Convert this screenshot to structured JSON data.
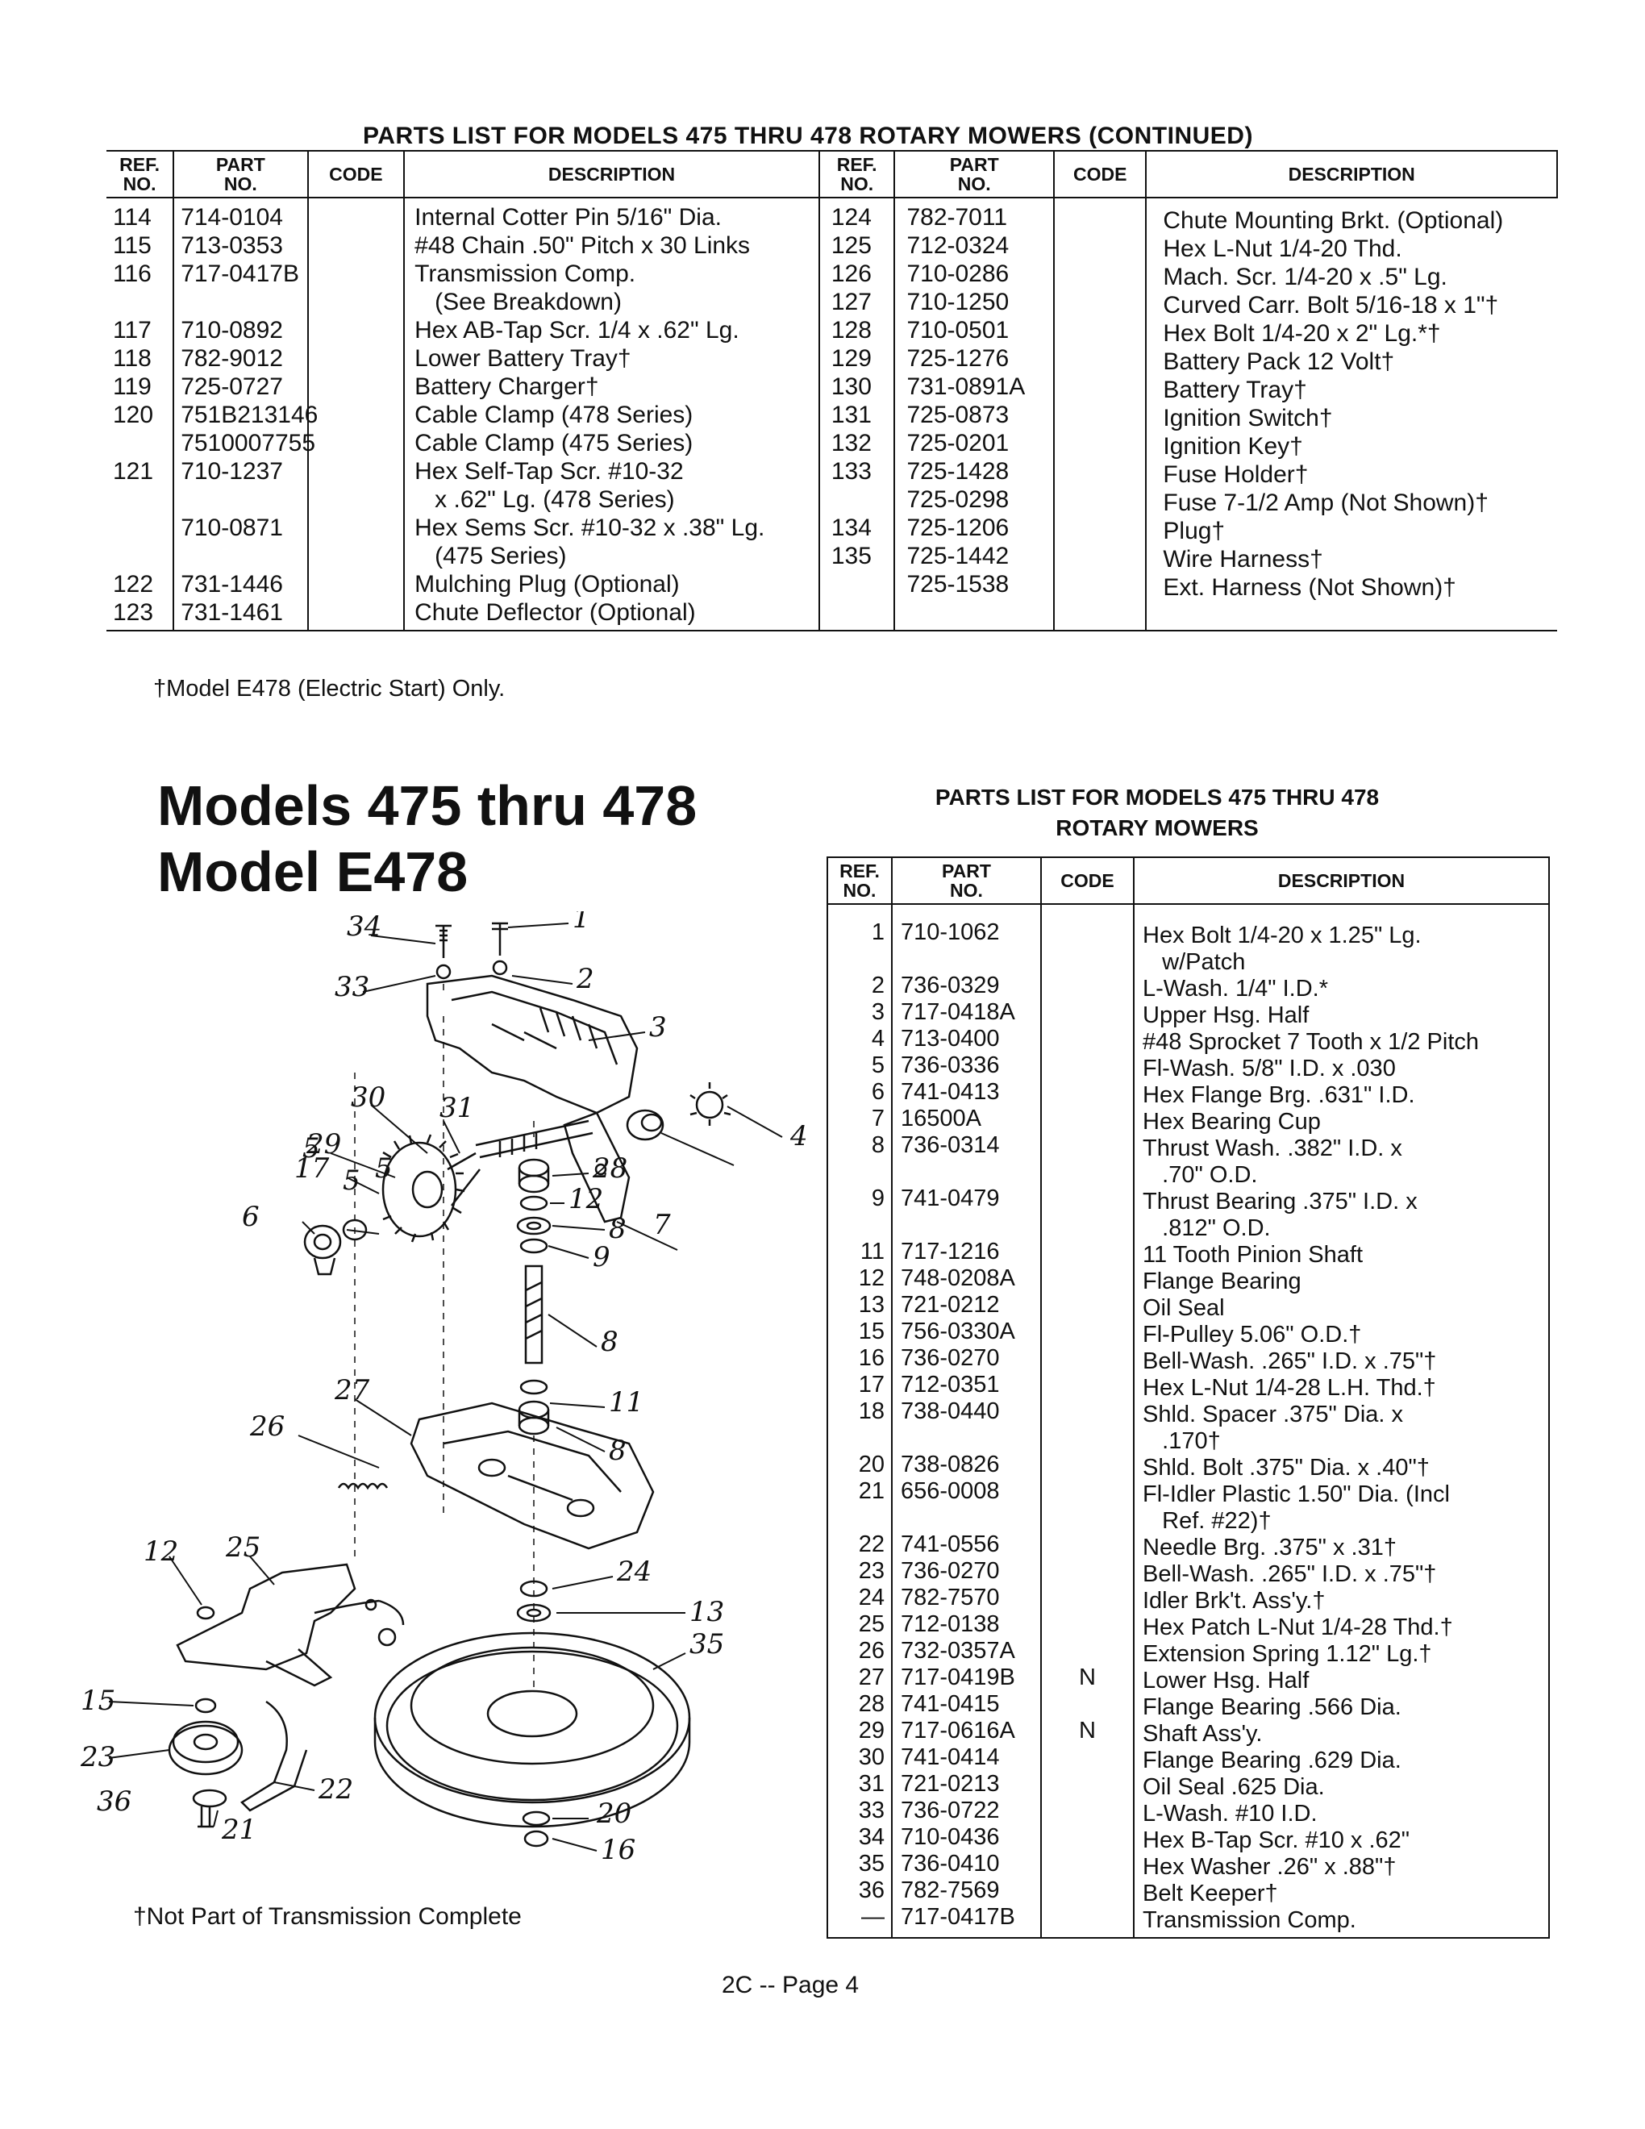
{
  "table1": {
    "title": "PARTS LIST FOR MODELS 475 THRU 478 ROTARY MOWERS (CONTINUED)",
    "headers": {
      "ref": "REF.\nNO.",
      "part": "PART\nNO.",
      "code": "CODE",
      "description": "DESCRIPTION"
    },
    "left": {
      "refs": "114\n115\n116\n\n117\n118\n119\n120\n\n121\n\n\n\n122\n123",
      "parts": "714-0104\n713-0353\n717-0417B\n\n710-0892\n782-9012\n725-0727\n751B213146\n7510007755\n710-1237\n\n710-0871\n\n731-1446\n731-1461",
      "descriptions": "Internal Cotter Pin 5/16\" Dia.\n#48 Chain .50\" Pitch x 30 Links\nTransmission Comp.\n   (See Breakdown)\nHex AB-Tap Scr. 1/4 x .62\" Lg.\nLower Battery Tray†\nBattery Charger†\nCable Clamp (478 Series)\nCable Clamp (475 Series)\nHex Self-Tap Scr. #10-32\n   x .62\" Lg. (478 Series)\nHex Sems Scr. #10-32 x .38\" Lg.\n   (475 Series)\nMulching Plug (Optional)\nChute Deflector (Optional)"
    },
    "right": {
      "refs": "124\n125\n126\n127\n128\n129\n130\n131\n132\n133\n\n134\n135",
      "parts": "782-7011\n712-0324\n710-0286\n710-1250\n710-0501\n725-1276\n731-0891A\n725-0873\n725-0201\n725-1428\n725-0298\n725-1206\n725-1442\n725-1538",
      "descriptions": "Chute Mounting Brkt. (Optional)\nHex L-Nut 1/4-20 Thd.\nMach. Scr. 1/4-20 x .5\" Lg.\nCurved Carr. Bolt 5/16-18 x 1\"†\nHex Bolt 1/4-20 x 2\" Lg.*†\nBattery Pack 12 Volt†\nBattery Tray†\nIgnition Switch†\nIgnition Key†\nFuse Holder†\nFuse 7-1/2 Amp (Not Shown)†\nPlug†\nWire Harness†\nExt. Harness (Not Shown)†"
    },
    "footnote": "†Model E478 (Electric Start) Only."
  },
  "heading": {
    "line1": "Models 475 thru 478",
    "line2": "Model E478"
  },
  "table2": {
    "title_line1": "PARTS LIST FOR MODELS 475 THRU 478",
    "title_line2": "ROTARY MOWERS",
    "headers": {
      "ref": "REF.\nNO.",
      "part": "PART\nNO.",
      "code": "CODE",
      "description": "DESCRIPTION"
    },
    "refs": "1\n\n2\n3\n4\n5\n6\n7\n8\n\n9\n\n11\n12\n13\n15\n16\n17\n18\n\n20\n21\n\n22\n23\n24\n25\n26\n27\n28\n29\n30\n31\n33\n34\n35\n36\n—",
    "parts": "710-1062\n\n736-0329\n717-0418A\n713-0400\n736-0336\n741-0413\n16500A\n736-0314\n\n741-0479\n\n717-1216\n748-0208A\n721-0212\n756-0330A\n736-0270\n712-0351\n738-0440\n\n738-0826\n656-0008\n\n741-0556\n736-0270\n782-7570\n712-0138\n732-0357A\n717-0419B\n741-0415\n717-0616A\n741-0414\n721-0213\n736-0722\n710-0436\n736-0410\n782-7569\n717-0417B",
    "codes": "\n\n\n\n\n\n\n\n\n\n\n\n\n\n\n\n\n\n\n\n\n\n\n\n\n\n\n\nN\n\nN",
    "descriptions": "Hex Bolt 1/4-20 x 1.25\" Lg.\n   w/Patch\nL-Wash. 1/4\" I.D.*\nUpper Hsg. Half\n#48 Sprocket 7 Tooth x 1/2 Pitch\nFl-Wash. 5/8\" I.D. x .030\nHex Flange Brg. .631\" I.D.\nHex Bearing Cup\nThrust Wash. .382\" I.D. x\n   .70\" O.D.\nThrust Bearing .375\" I.D. x\n   .812\" O.D.\n11 Tooth Pinion Shaft\nFlange Bearing\nOil Seal\nFl-Pulley 5.06\" O.D.†\nBell-Wash. .265\" I.D. x .75\"†\nHex L-Nut 1/4-28 L.H. Thd.†\nShld. Spacer .375\" Dia. x\n   .170†\nShld. Bolt .375\" Dia. x .40\"†\nFl-Idler Plastic 1.50\" Dia. (Incl\n   Ref. #22)†\nNeedle Brg. .375\" x .31†\nBell-Wash. .265\" I.D. x .75\"†\nIdler Brk't. Ass'y.†\nHex Patch L-Nut 1/4-28 Thd.†\nExtension Spring 1.12\" Lg.†\nLower Hsg. Half\nFlange Bearing .566 Dia.\nShaft Ass'y.\nFlange Bearing .629 Dia.\nOil Seal .625 Dia.\nL-Wash. #10 I.D.\nHex B-Tap Scr. #10 x .62\"\nHex Washer .26\" x .88\"†\nBelt Keeper†\nTransmission Comp."
  },
  "diagram": {
    "callouts": [
      "34",
      "1",
      "33",
      "2",
      "3",
      "30",
      "31",
      "4",
      "29",
      "5",
      "5",
      "6",
      "28",
      "12",
      "8",
      "7",
      "9",
      "8",
      "11",
      "27",
      "8",
      "26",
      "12",
      "25",
      "24",
      "13",
      "35",
      "15",
      "23",
      "22",
      "36",
      "21",
      "20",
      "16",
      "17",
      "5"
    ],
    "footnote": "†Not Part of Transmission Complete"
  },
  "footer": {
    "page": "2C -- Page 4"
  }
}
